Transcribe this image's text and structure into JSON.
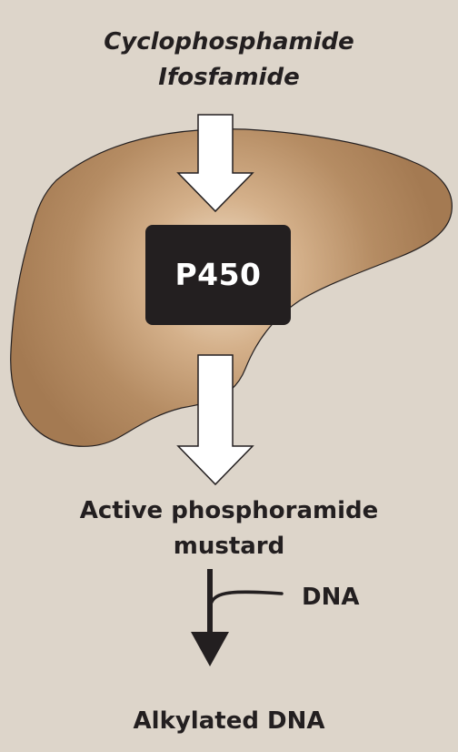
{
  "prodrugs": [
    "Cyclophosphamide",
    "Ifosfamide"
  ],
  "enzyme": "P450",
  "active_metabolite": [
    "Active phosphoramide",
    "mustard"
  ],
  "reagent": "DNA",
  "final_product": "Alkylated DNA",
  "colors": {
    "background": "#ddd5ca",
    "liver_core": "#f1ddc3",
    "liver_edge": "#a97f57",
    "enzyme_box": "#231f20",
    "arrow_fill": "#ffffff",
    "ink": "#231f20"
  }
}
